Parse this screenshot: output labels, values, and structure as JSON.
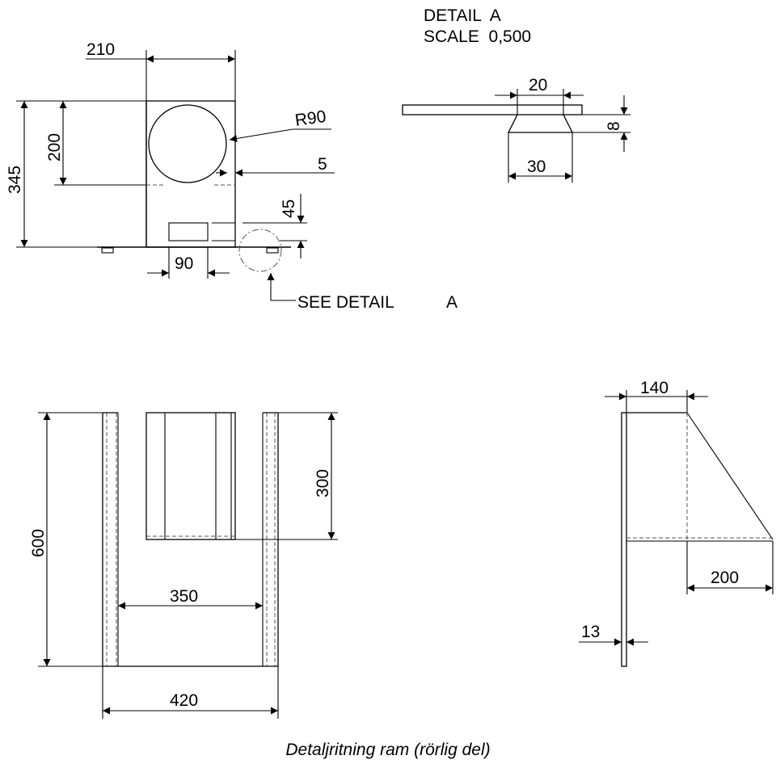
{
  "detail_header": {
    "line1": "DETAIL  A",
    "line2": "SCALE  0,500"
  },
  "top_view": {
    "dim_width": "210",
    "dim_height_total": "345",
    "dim_height_circle": "200",
    "dim_radius": "R90",
    "dim_offset": "5",
    "dim_foot_height": "45",
    "dim_slot": "90",
    "see_detail": "SEE DETAIL",
    "see_detail_ref": "A"
  },
  "detail_a": {
    "dim_top": "20",
    "dim_bottom": "30",
    "dim_height": "8"
  },
  "front_view": {
    "dim_height": "600",
    "dim_inner": "300",
    "dim_inner_width": "350",
    "dim_width": "420"
  },
  "side_view": {
    "dim_top": "140",
    "dim_bottom": "200",
    "dim_thickness": "13"
  },
  "caption": "Detaljritning ram (rörlig del)"
}
